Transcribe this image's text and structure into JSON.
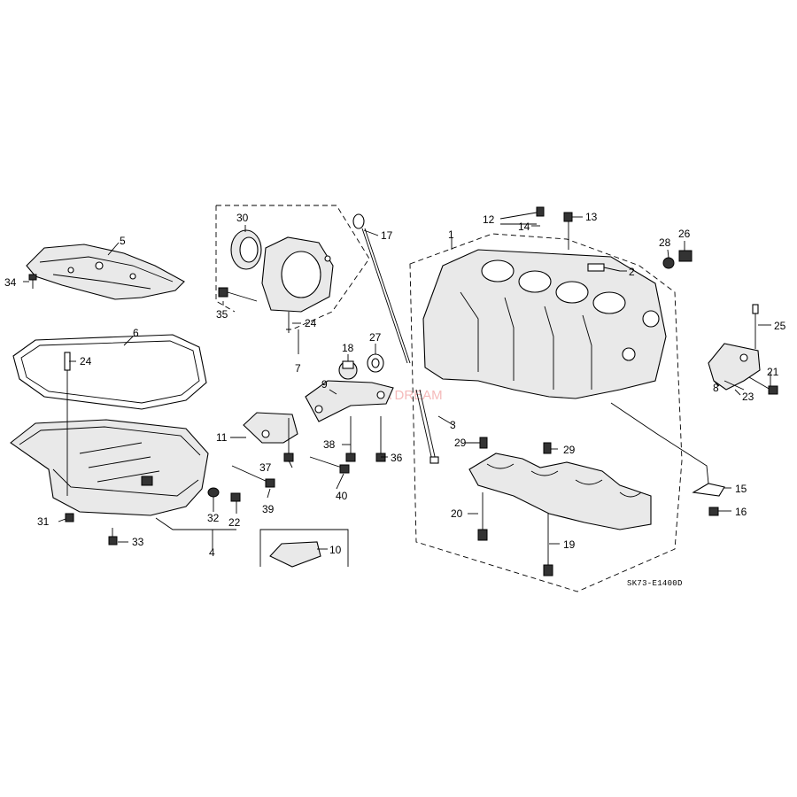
{
  "diagram": {
    "code": "SK73-E1400D",
    "watermark": "HONDA DREAM",
    "labels": {
      "p1": "1",
      "p2": "2",
      "p3": "3",
      "p4": "4",
      "p5": "5",
      "p6": "6",
      "p7": "7",
      "p8": "8",
      "p9": "9",
      "p10": "10",
      "p11": "11",
      "p12": "12",
      "p13": "13",
      "p14": "14",
      "p15": "15",
      "p16": "16",
      "p17": "17",
      "p18": "18",
      "p19": "19",
      "p20": "20",
      "p21": "21",
      "p22": "22",
      "p23": "23",
      "p24a": "24",
      "p24b": "24",
      "p25": "25",
      "p26": "26",
      "p27": "27",
      "p28": "28",
      "p29a": "29",
      "p29b": "29",
      "p30": "30",
      "p31": "31",
      "p32": "32",
      "p33": "33",
      "p34": "34",
      "p35": "35",
      "p36": "36",
      "p37": "37",
      "p38": "38",
      "p39": "39",
      "p40": "40"
    }
  }
}
